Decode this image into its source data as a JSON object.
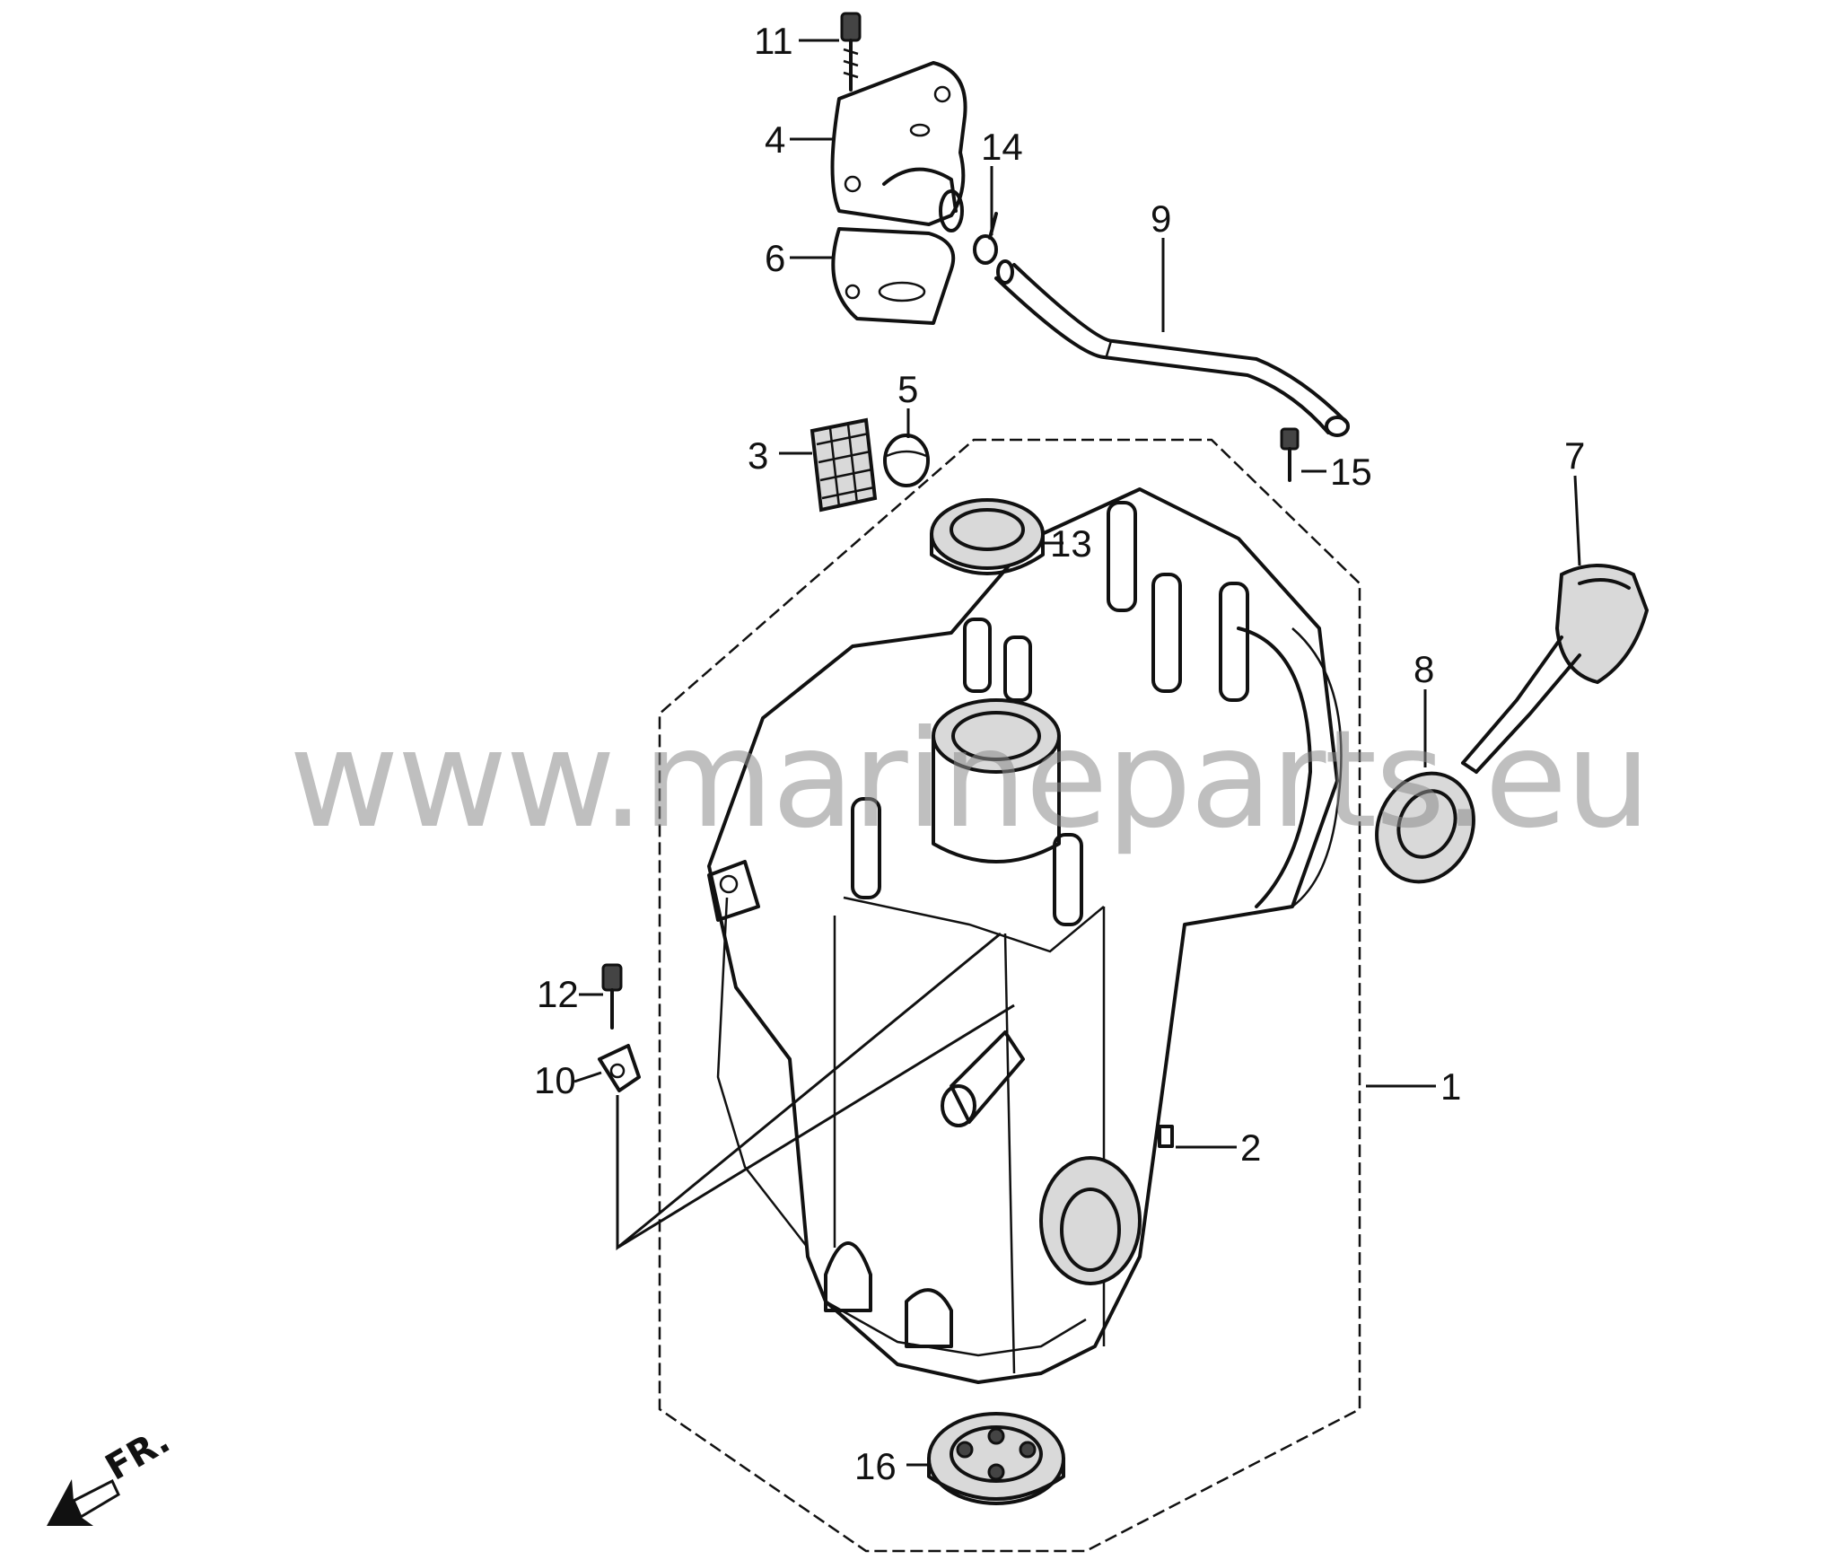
{
  "diagram": {
    "watermark": "www.marineparts.eu",
    "front_indicator": "FR.",
    "callouts": [
      "1",
      "2",
      "3",
      "4",
      "5",
      "6",
      "7",
      "8",
      "9",
      "10",
      "11",
      "12",
      "13",
      "14",
      "15",
      "16"
    ]
  },
  "icons": {
    "front_arrow": "arrow-down-left-icon"
  },
  "colors": {
    "line": "#111111",
    "watermark": "#8c8c8c",
    "background": "#ffffff"
  }
}
